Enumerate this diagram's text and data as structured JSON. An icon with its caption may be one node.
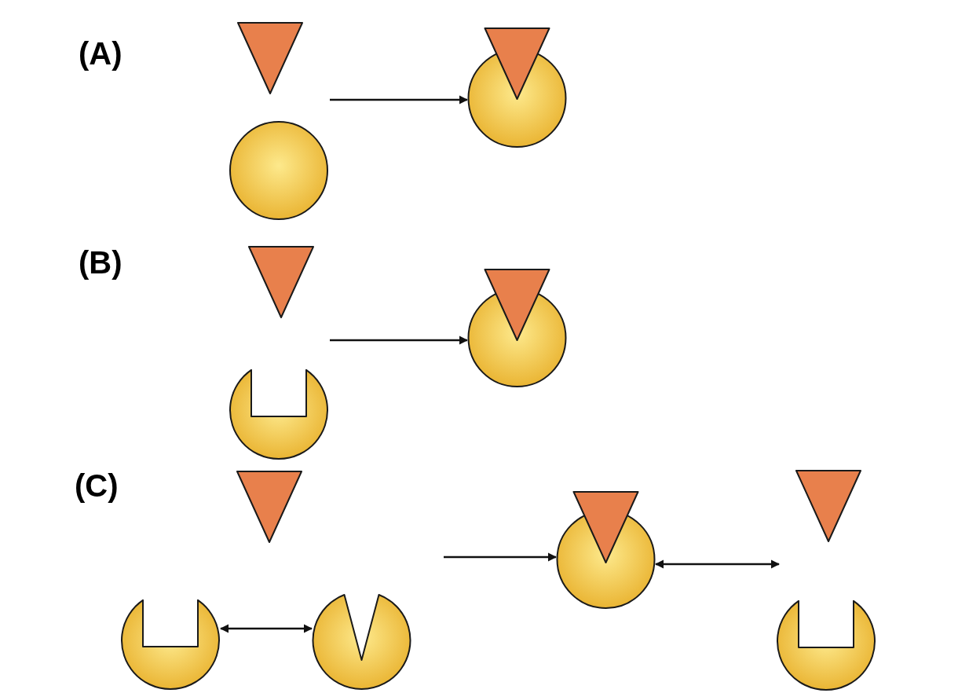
{
  "diagram": {
    "nodes": [
      {
        "text": [],
        "shape": "picture"
      },
      {
        "text": [],
        "shape": "picture"
      },
      {
        "text": [],
        "shape": "picture"
      },
      {
        "text": [],
        "shape": "picture"
      },
      {
        "text": [],
        "shape": "triangle"
      },
      {
        "text": [],
        "shape": "picture"
      },
      {
        "text": [],
        "shape": "picture"
      },
      {
        "text": [],
        "shape": "picture"
      },
      {
        "text": [],
        "shape": "picture"
      }
    ],
    "edges": [
      {
        "from": 0,
        "to": 1,
        "arrow": "to"
      },
      {
        "from": 2,
        "to": 3,
        "arrow": "to"
      },
      {
        "from": 5,
        "to": 6,
        "arrow": "both"
      },
      {
        "from": null,
        "to": 7,
        "arrow": "to"
      },
      {
        "from": 7,
        "to": 8,
        "arrow": "both"
      }
    ],
    "labels": [
      "(A)",
      "(B)",
      "(C)"
    ]
  }
}
